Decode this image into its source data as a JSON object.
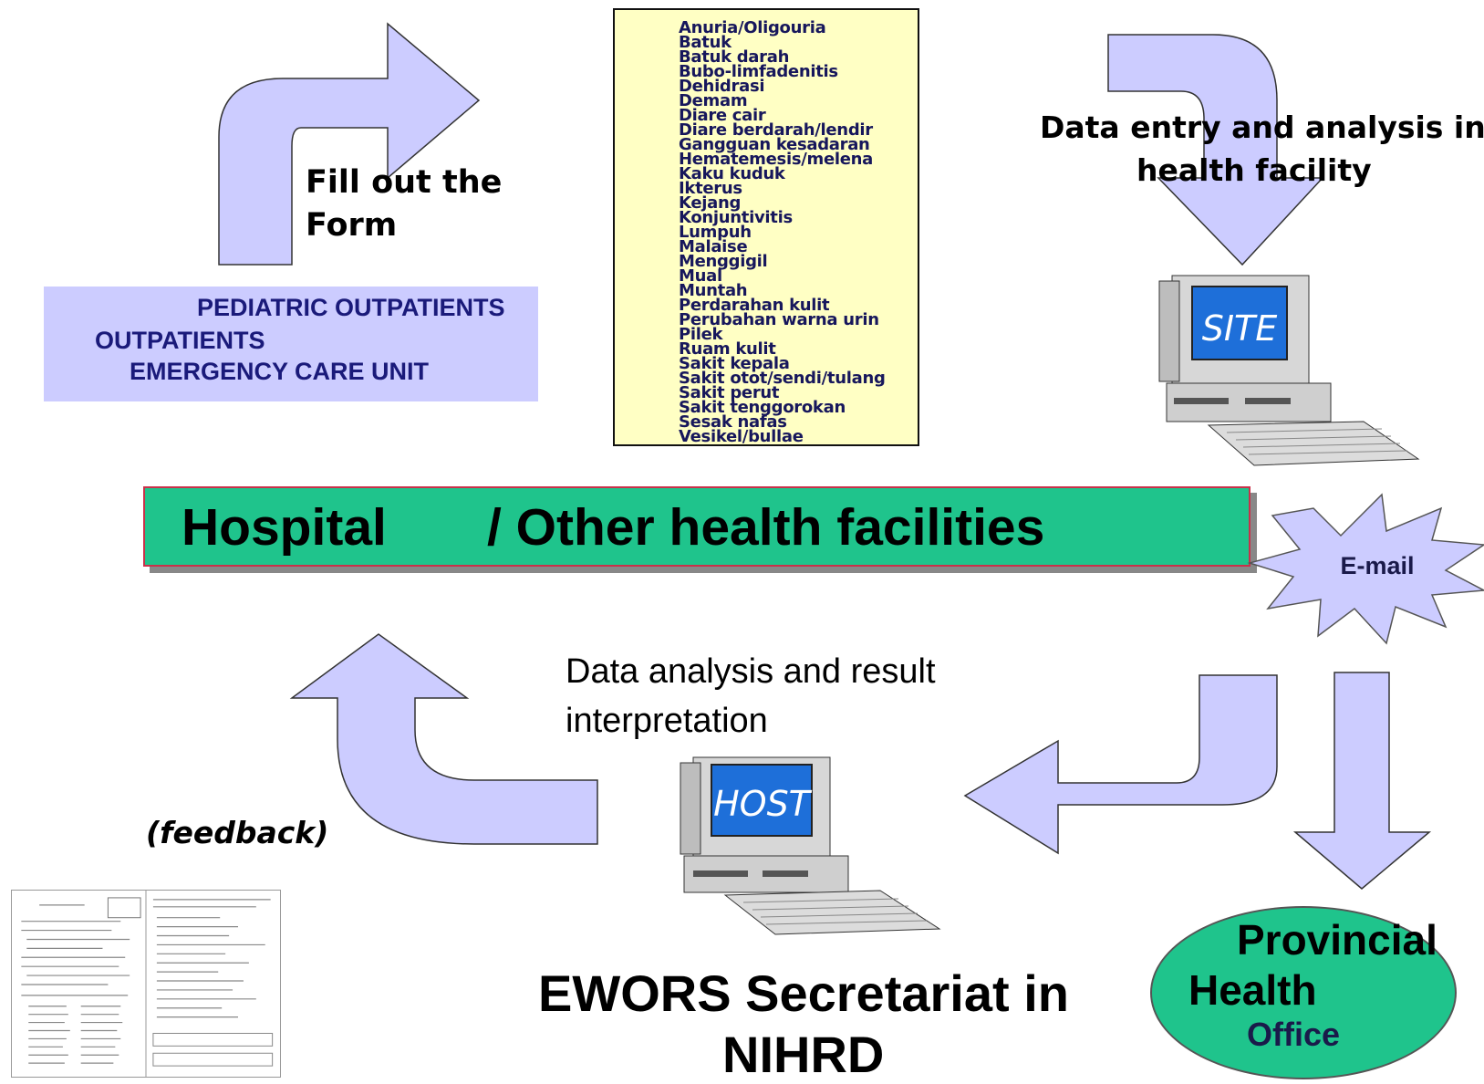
{
  "departments": {
    "pediatric": "PEDIATRIC  OUTPATIENTS",
    "outpatients": "OUTPATIENTS",
    "emergency": "EMERGENCY CARE UNIT"
  },
  "fill_form_line1": "Fill out the",
  "fill_form_line2": "Form",
  "symptoms": [
    "Anuria/Oligouria",
    "Batuk",
    "Batuk darah",
    "Bubo-limfadenitis",
    "Dehidrasi",
    "Demam",
    "Diare cair",
    "Diare berdarah/lendir",
    "Gangguan kesadaran",
    "Hematemesis/melena",
    "Kaku kuduk",
    "Ikterus",
    "Kejang",
    "Konjuntivitis",
    "Lumpuh",
    "Malaise",
    "Menggigil",
    "Mual",
    "Muntah",
    "Perdarahan kulit",
    "Perubahan warna urin",
    "Pilek",
    "Ruam kulit",
    "Sakit kepala",
    "Sakit otot/sendi/tulang",
    "Sakit perut",
    "Sakit tenggorokan",
    "Sesak nafas",
    "Vesikel/bullae"
  ],
  "data_entry_line1": "Data entry and analysis in",
  "data_entry_line2": "health facility",
  "site_label": "SITE",
  "facilities": {
    "hospital": "Hospital",
    "other": "/ Other health facilities"
  },
  "email_label": "E-mail",
  "analysis_line1": "Data analysis and result",
  "analysis_line2": "interpretation",
  "host_label": "HOST",
  "feedback_label": "(feedback)",
  "secretariat_line1": "EWORS Secretariat in",
  "secretariat_line2": "NIHRD",
  "provincial": {
    "line1": "Provincial",
    "line2": "Health",
    "line3": "Office"
  },
  "colors": {
    "arrow_fill": "#ccccff",
    "banner_fill": "#1fc48c",
    "list_fill": "#ffffc4",
    "ellipse_fill": "#1fc48c",
    "burst_fill": "#ccccff",
    "monitor_screen": "#1e6fd9"
  }
}
